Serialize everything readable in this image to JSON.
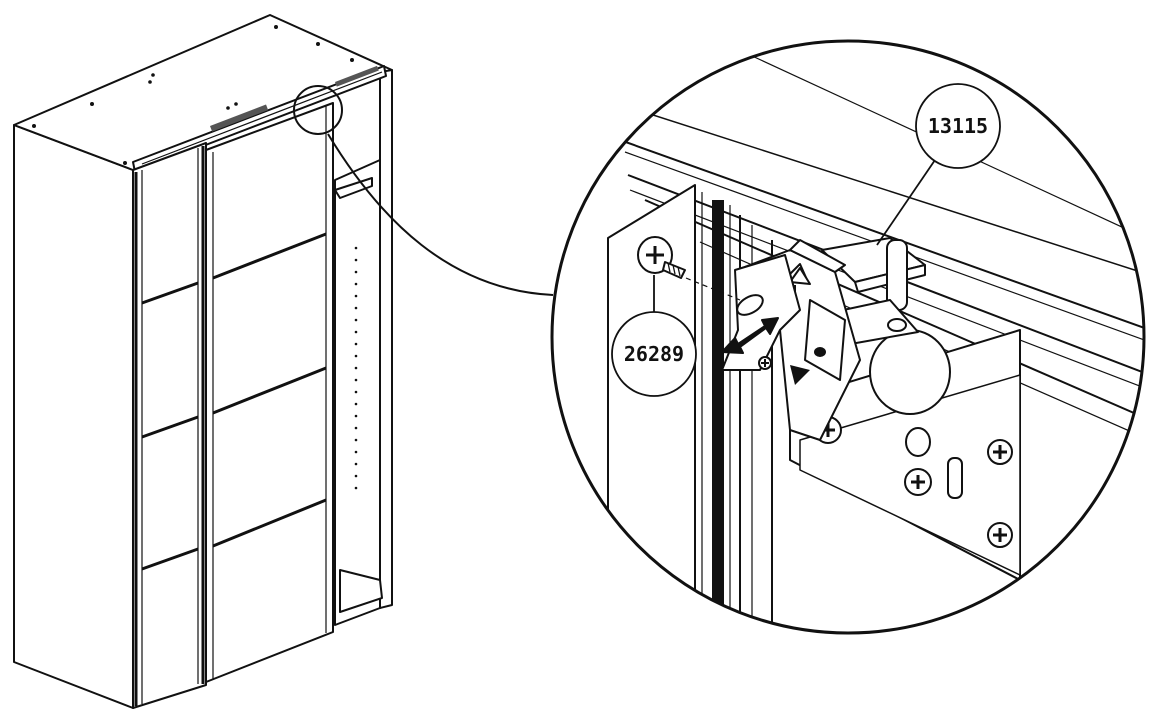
{
  "diagram": {
    "callouts": [
      {
        "id": "rail-stop",
        "part_number": "13115"
      },
      {
        "id": "screw",
        "part_number": "26289"
      }
    ],
    "colors": {
      "line": "#111111",
      "fill": "#ffffff",
      "shade": "#222222"
    }
  }
}
